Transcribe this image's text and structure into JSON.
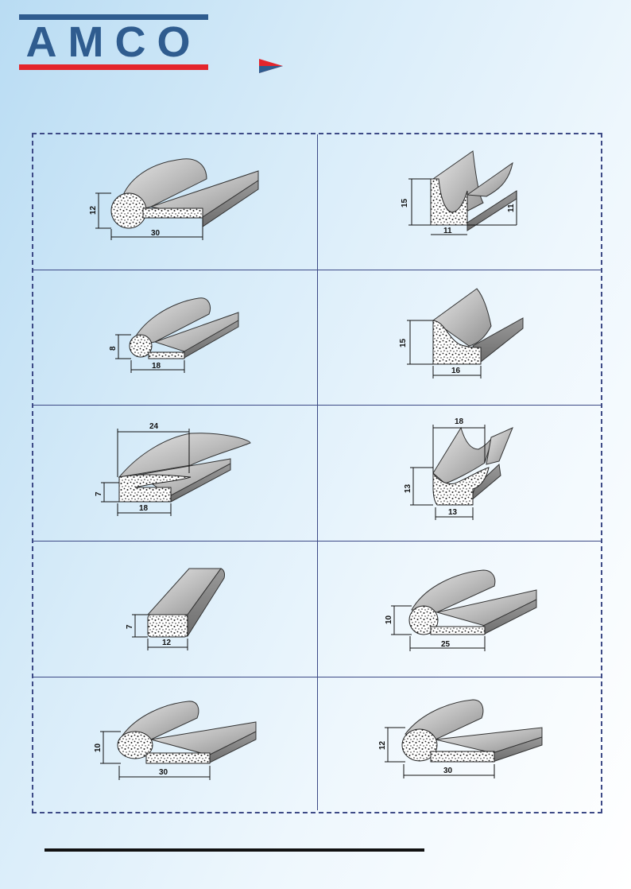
{
  "header": {
    "logo_text": "AMCO"
  },
  "colors": {
    "brand_blue": "#2f5c8f",
    "brand_red": "#e4252c",
    "frame": "#3d4a86"
  },
  "profiles": [
    {
      "shape": "bulb-flat",
      "dims": {
        "height": "12",
        "width": "30"
      }
    },
    {
      "shape": "u-channel",
      "dims": {
        "height": "15",
        "height2": "11",
        "width": "11"
      }
    },
    {
      "shape": "bulb-flat",
      "dims": {
        "height": "8",
        "width": "18"
      }
    },
    {
      "shape": "concave-flat",
      "dims": {
        "height": "15",
        "width": "16"
      }
    },
    {
      "shape": "open-bulb",
      "dims": {
        "top": "24",
        "height": "7",
        "width": "18"
      }
    },
    {
      "shape": "v-channel",
      "dims": {
        "top": "18",
        "height": "13",
        "width": "13"
      }
    },
    {
      "shape": "rectangle",
      "dims": {
        "height": "7",
        "width": "12"
      }
    },
    {
      "shape": "bulb-flat",
      "dims": {
        "height": "10",
        "width": "25"
      }
    },
    {
      "shape": "bulb-flat",
      "dims": {
        "height": "10",
        "width": "30"
      }
    },
    {
      "shape": "bulb-flat",
      "dims": {
        "height": "12",
        "width": "30"
      }
    }
  ]
}
